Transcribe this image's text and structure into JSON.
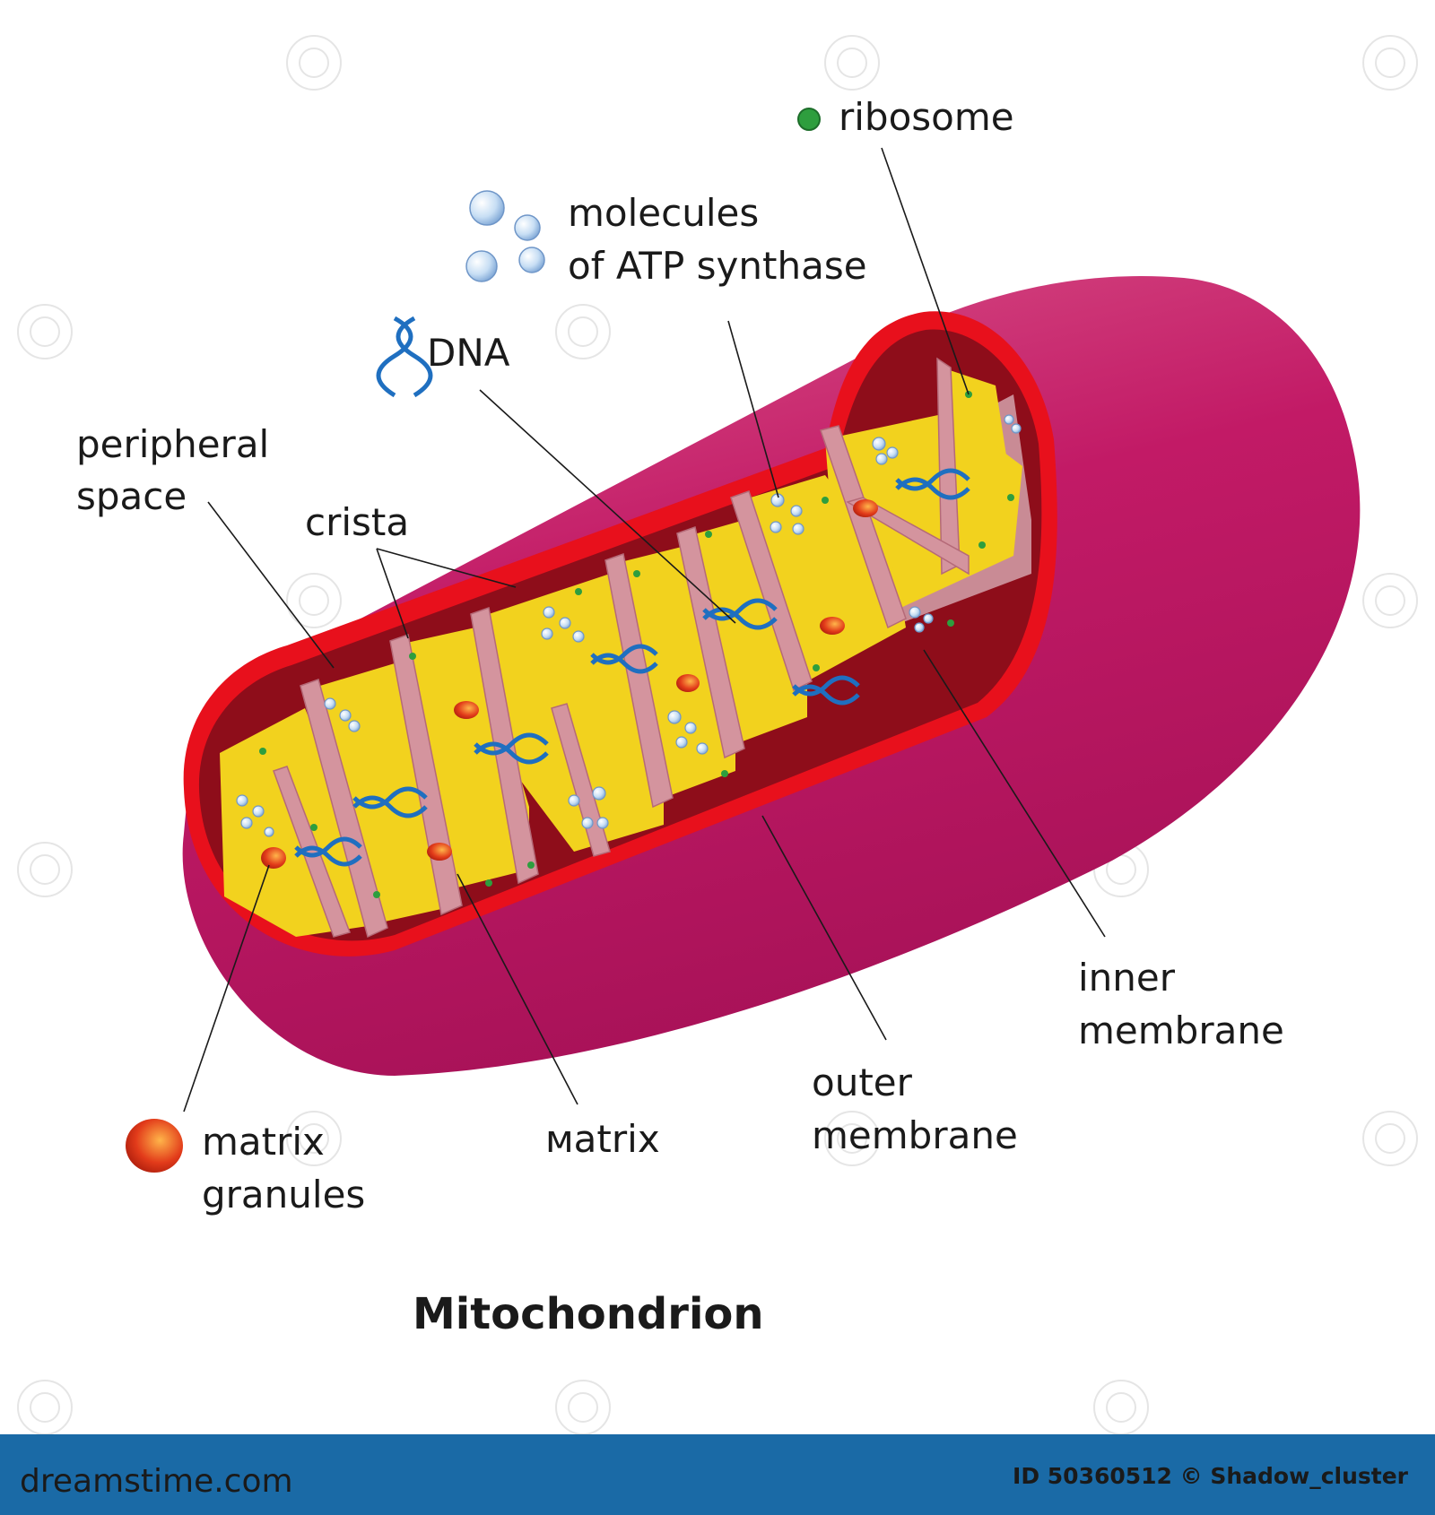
{
  "title": "Mitochondrion",
  "labels": {
    "ribosome": "ribosome",
    "atp_line1": "molecules",
    "atp_line2": "of ATP synthase",
    "dna": "DNA",
    "peripheral_line1": "peripheral",
    "peripheral_line2": "space",
    "crista": "crista",
    "inner_line1": "inner",
    "inner_line2": "membrane",
    "outer_line1": "outer",
    "outer_line2": "membrane",
    "matrix": "мatrix",
    "granules_line1": "matrix",
    "granules_line2": "granules"
  },
  "footer": {
    "site": "dreamstime.com",
    "image_id": "ID 50360512 © Shadow_cluster"
  },
  "colors": {
    "outer_membrane": "#c2185b",
    "cut_edge": "#e8101c",
    "interior_dark": "#8e0d1a",
    "matrix": "#f2d21e",
    "cristae": "#d4949e",
    "dna": "#1f6fc0",
    "ribosome": "#2e9e3e",
    "atp_molecule": "#bcd8f2",
    "granule": "#e23b1a",
    "footer_bar": "#1a6aa6"
  }
}
